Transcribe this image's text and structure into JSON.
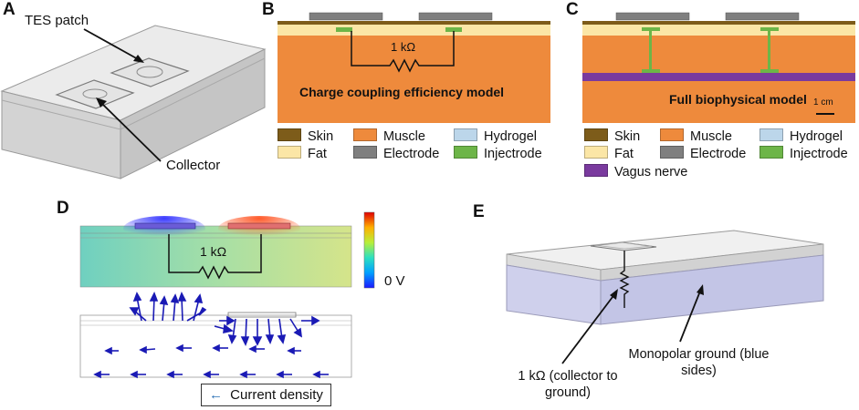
{
  "panels": {
    "a": {
      "letter": "A",
      "tes_patch": "TES patch",
      "collector": "Collector"
    },
    "b": {
      "letter": "B",
      "resistor": "1 kΩ",
      "model": "Charge coupling efficiency model"
    },
    "c": {
      "letter": "C",
      "model": "Full biophysical model",
      "scale": "1 cm"
    },
    "d": {
      "letter": "D",
      "resistor": "1 kΩ",
      "colorbar_zero": "0 V",
      "legend": "Current density"
    },
    "e": {
      "letter": "E",
      "collector_label": "1 kΩ (collector to ground)",
      "ground_label": "Monopolar ground (blue sides)"
    }
  },
  "legend_b": {
    "skin": "Skin",
    "muscle": "Muscle",
    "hydrogel": "Hydrogel",
    "fat": "Fat",
    "electrode": "Electrode",
    "injectrode": "Injectrode"
  },
  "legend_c": {
    "skin": "Skin",
    "muscle": "Muscle",
    "hydrogel": "Hydrogel",
    "fat": "Fat",
    "electrode": "Electrode",
    "injectrode": "Injectrode",
    "vagus": "Vagus nerve"
  },
  "colors": {
    "skin": "#7d5c1a",
    "fat": "#fbe6a6",
    "muscle": "#ee8a3c",
    "hydrogel": "#bcd6ea",
    "electrode": "#7f7f7f",
    "injectrode": "#6db548",
    "vagus": "#7a3a9e"
  }
}
